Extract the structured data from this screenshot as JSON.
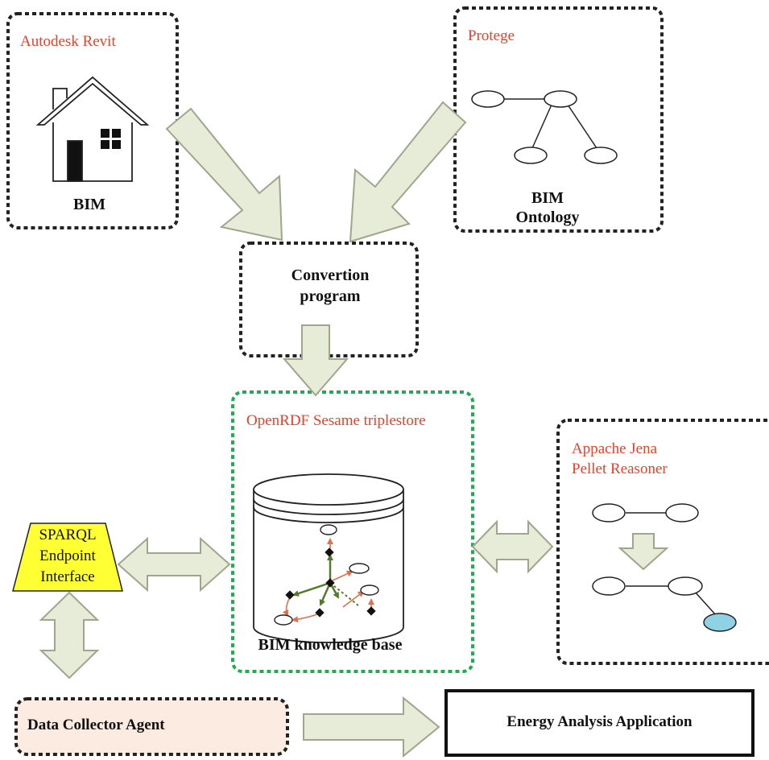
{
  "colors": {
    "label_red": "#e8412c",
    "arrow_fill": "#e6ecd8",
    "arrow_stroke": "#a0a58c",
    "sparql_fill": "#ffff33",
    "agent_fill": "#fcebe0",
    "green_border": "#22aa55",
    "graph_green": "#557a2a",
    "graph_red": "#e07050",
    "inferred_node": "#8fd2e3"
  },
  "blocks": {
    "revit": {
      "tool": "Autodesk Revit",
      "label": "BIM"
    },
    "protege": {
      "tool": "Protege",
      "label_line1": "BIM",
      "label_line2": "Ontology"
    },
    "conversion": {
      "line1": "Convertion",
      "line2": "program"
    },
    "triplestore": {
      "tool": "OpenRDF Sesame triplestore",
      "label": "BIM knowledge base"
    },
    "reasoner": {
      "line1": "Appache Jena",
      "line2": "Pellet Reasoner"
    },
    "sparql": {
      "line1": "SPARQL",
      "line2": "Endpoint",
      "line3": "Interface"
    },
    "agent": {
      "label": "Data Collector Agent"
    },
    "energy": {
      "label": "Energy Analysis Application"
    }
  }
}
